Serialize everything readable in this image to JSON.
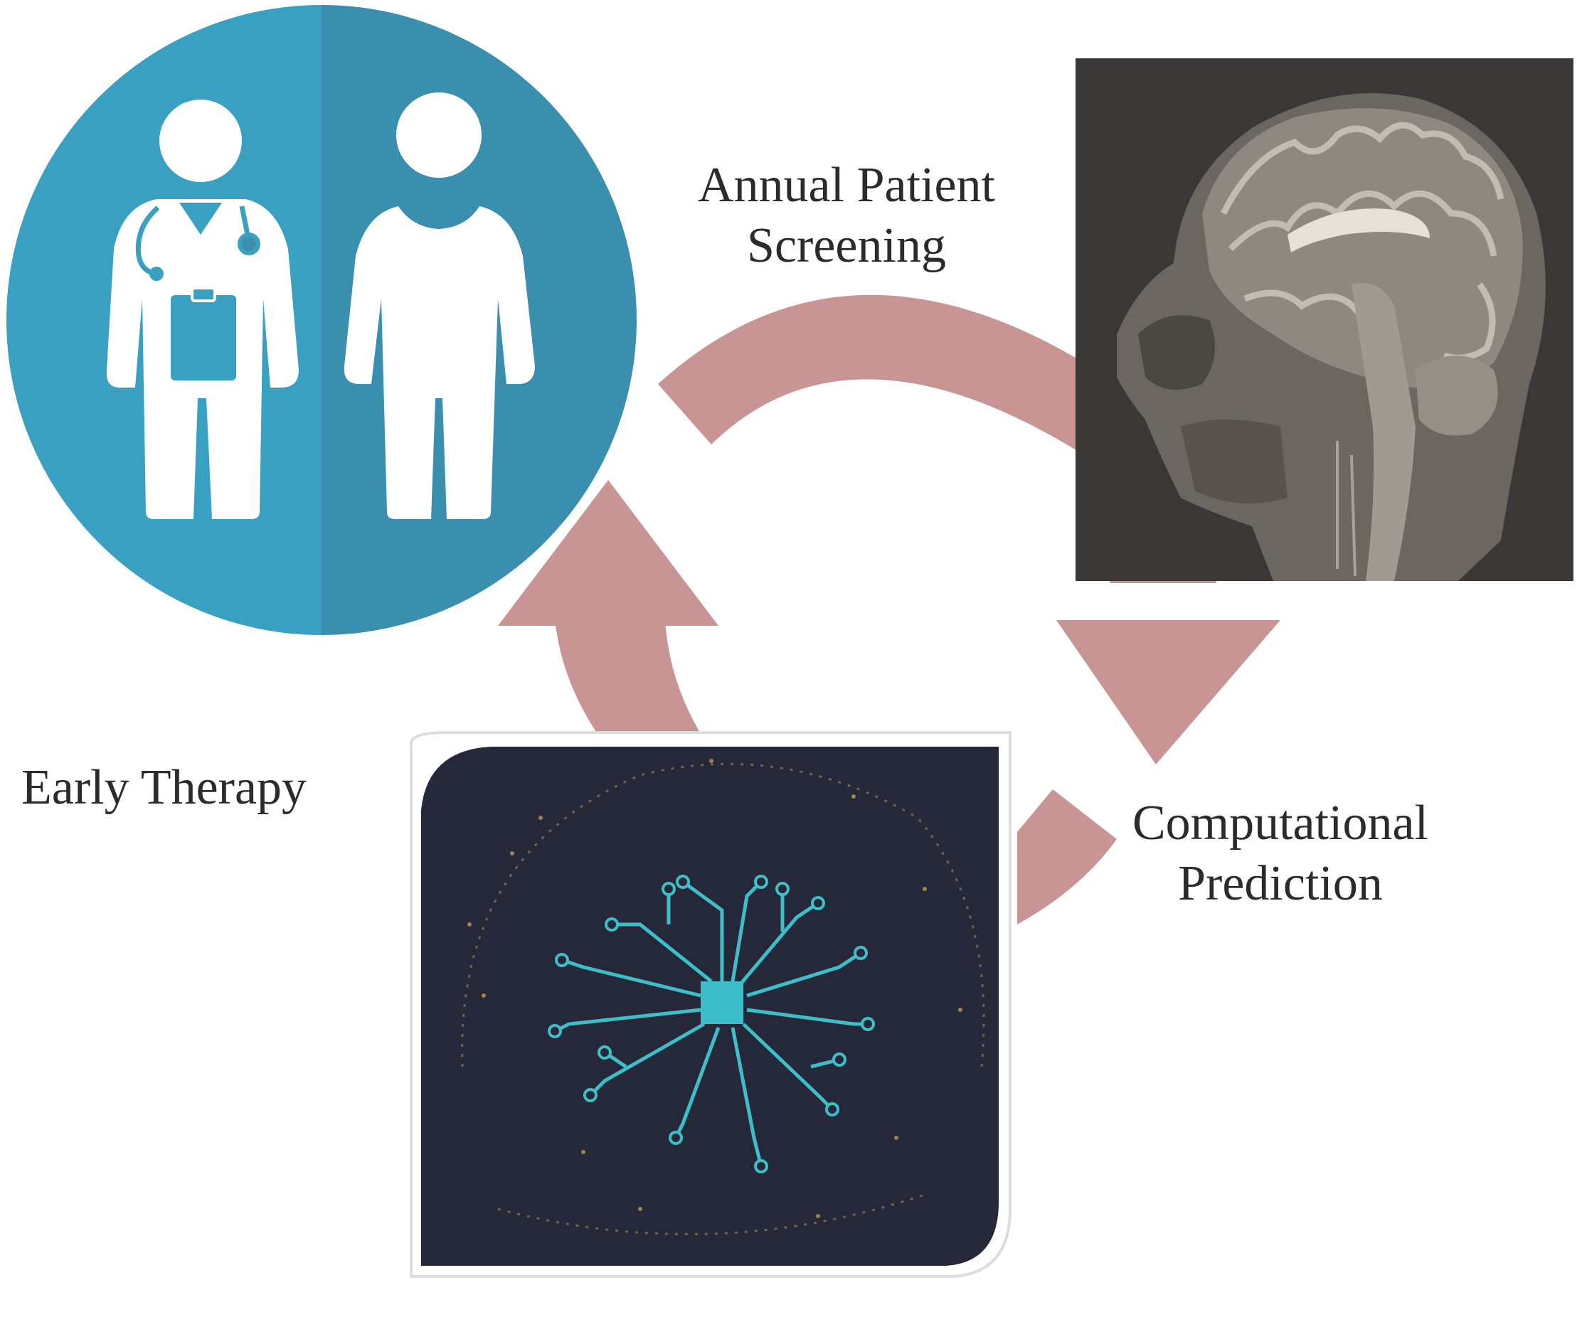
{
  "diagram": {
    "labels": {
      "screening": [
        "Annual Patient",
        "Screening"
      ],
      "prediction": [
        "Computational",
        "Prediction"
      ],
      "therapy": "Early Therapy"
    },
    "nodes": [
      {
        "id": "clinic",
        "icon": "doctor-patient-icon"
      },
      {
        "id": "mri",
        "icon": "mri-brain-scan-image"
      },
      {
        "id": "ai",
        "icon": "ai-circuit-brain-image"
      }
    ],
    "cycle": [
      "clinic",
      "mri",
      "ai",
      "clinic"
    ]
  },
  "colors": {
    "arrow": "#c89594",
    "circle_left": "#3aa0c2",
    "circle_right": "#3a8faf",
    "mri_background": "#3a3836",
    "ai_background": "#252838",
    "circuit": "#3dbec9"
  }
}
